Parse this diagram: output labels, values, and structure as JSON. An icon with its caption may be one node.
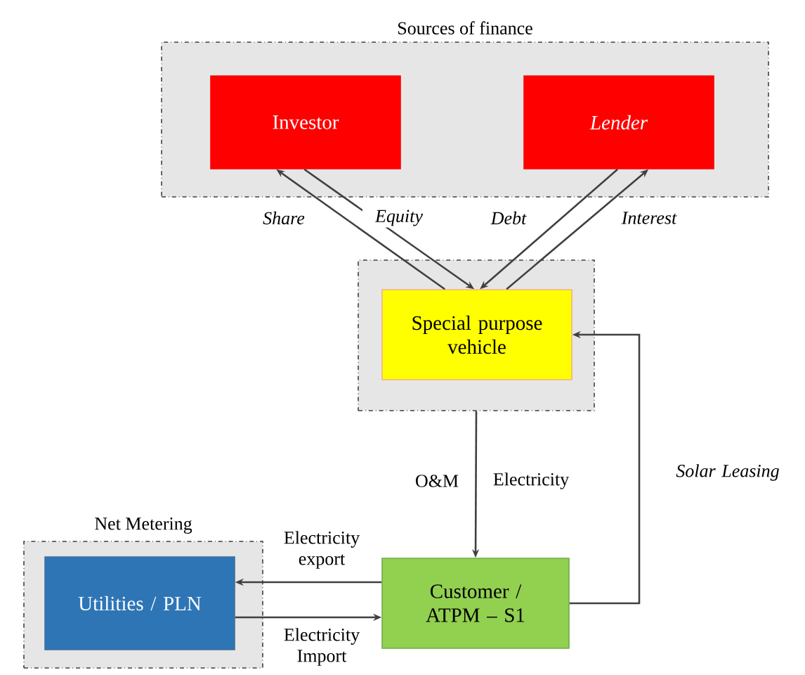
{
  "diagram": {
    "nodes": [
      {
        "text": [
          "Sources of finance"
        ]
      },
      {
        "text": [
          "Investor"
        ],
        "in": 0
      },
      {
        "text": [
          "Lender"
        ],
        "in": 0
      },
      {
        "text": [],
        "shape": "box"
      },
      {
        "text": [
          "Special purpose vehicle"
        ],
        "in": 3
      },
      {
        "text": [
          "Net Metering"
        ]
      },
      {
        "text": [
          "Utilities / PLN"
        ],
        "in": 5
      },
      {
        "text": [
          "Customer / ATPM – S1"
        ]
      }
    ],
    "edges": [
      {
        "from": 4,
        "to": 1,
        "arrow": "to",
        "label": "Share"
      },
      {
        "from": 1,
        "to": 4,
        "arrow": "to",
        "label": "Equity"
      },
      {
        "from": 2,
        "to": 4,
        "arrow": "to",
        "label": "Debt"
      },
      {
        "from": 4,
        "to": 2,
        "arrow": "to",
        "label": "Interest"
      },
      {
        "from": 3,
        "to": 7,
        "arrow": "to",
        "label": "O&M"
      },
      {
        "from": 7,
        "to": 4,
        "arrow": "to",
        "label": "Solar Leasing"
      },
      {
        "from": 7,
        "to": 6,
        "arrow": "to",
        "label": "Electricity export"
      },
      {
        "from": 6,
        "to": 7,
        "arrow": "to",
        "label": "Electricity Import"
      }
    ],
    "labels": [
      "Electricity"
    ]
  }
}
